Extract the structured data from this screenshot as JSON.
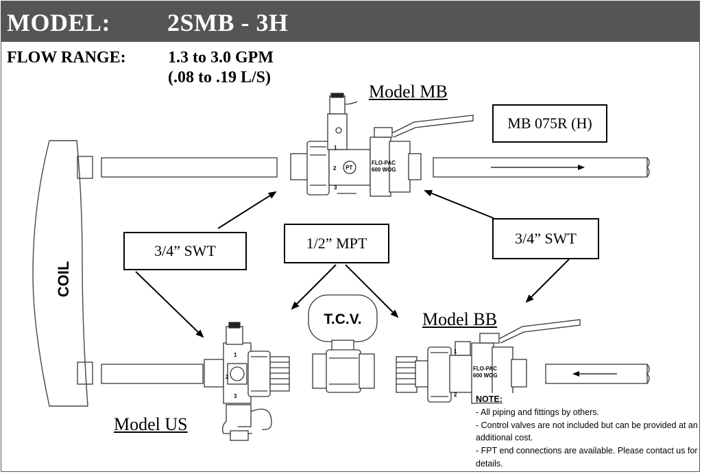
{
  "header": {
    "model_label": "MODEL:",
    "model_value": "2SMB - 3H",
    "background_color": "#555555"
  },
  "flow_range": {
    "label": "FLOW RANGE:",
    "value_gpm": "1.3 to 3.0 GPM",
    "value_ls": "(.08 to .19 L/S)"
  },
  "components": {
    "model_mb": "Model MB",
    "model_bb": "Model BB",
    "model_us": "Model US",
    "tcv": "T.C.V.",
    "coil": "COIL"
  },
  "callouts": {
    "mb_part": "MB 075R (H)",
    "swt_left": "3/4” SWT",
    "mpt": "1/2” MPT",
    "swt_right": "3/4” SWT"
  },
  "valve_markings": {
    "port_1": "1",
    "port_2": "2",
    "port_3": "3",
    "pt": "PT",
    "brand": "FLO-PAC",
    "rating": "600 WOG"
  },
  "note": {
    "title": "NOTE:",
    "lines": [
      "- All piping and fittings by others.",
      "- Control valves are not included but can be provided at an additional cost.",
      "- FPT end connections are available.  Please contact us for details."
    ]
  }
}
